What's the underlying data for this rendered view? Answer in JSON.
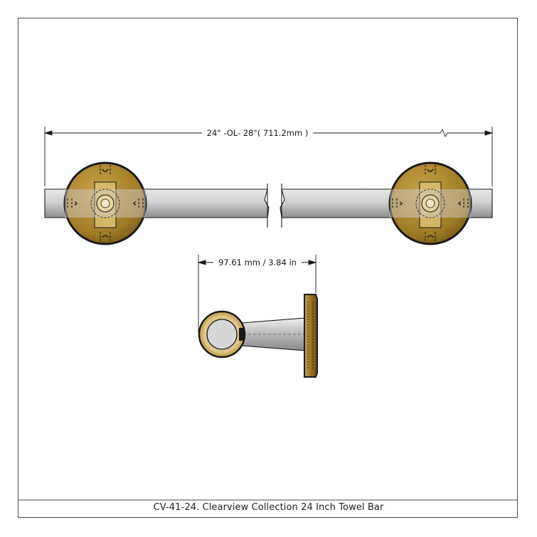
{
  "drawing": {
    "overall_dimension": "24\" -OL- 28\"( 711.2mm )",
    "projection_dimension": "97.61 mm / 3.84 in",
    "caption": "CV-41-24. Clearview Collection 24 Inch Towel Bar"
  },
  "colors": {
    "bar": "#c4c4c4",
    "rosette": "#a9852c",
    "bracket": "#d8bf70",
    "outline": "#1a1a1a"
  }
}
